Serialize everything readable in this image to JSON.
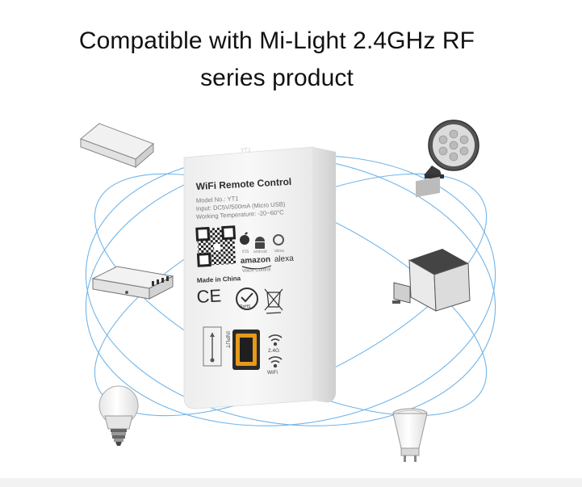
{
  "headline": {
    "line1": "Compatible with Mi-Light 2.4GHz RF",
    "line2": "series product"
  },
  "device": {
    "title": "WiFi Remote Control",
    "model": "Model No.: YT1",
    "input": "Input: DC5V/500mA (Micro USB)",
    "temperature": "Working Temperature: -20~60°C",
    "platform_ios": "iOS",
    "platform_android": "android",
    "platform_alexa": "alexa",
    "amazon": "amazon",
    "alexa": "alexa",
    "voice": "Voice Control",
    "made_in": "Made in China",
    "ce": "CE",
    "rohs": "RoHS",
    "port_label": "INPUT",
    "band": "2.4G",
    "wifi": "WiFi",
    "watermark": "YT1"
  },
  "colors": {
    "link_lines": "#5aa9e6",
    "device_body": "#f5f5f5",
    "text": "#111111"
  }
}
